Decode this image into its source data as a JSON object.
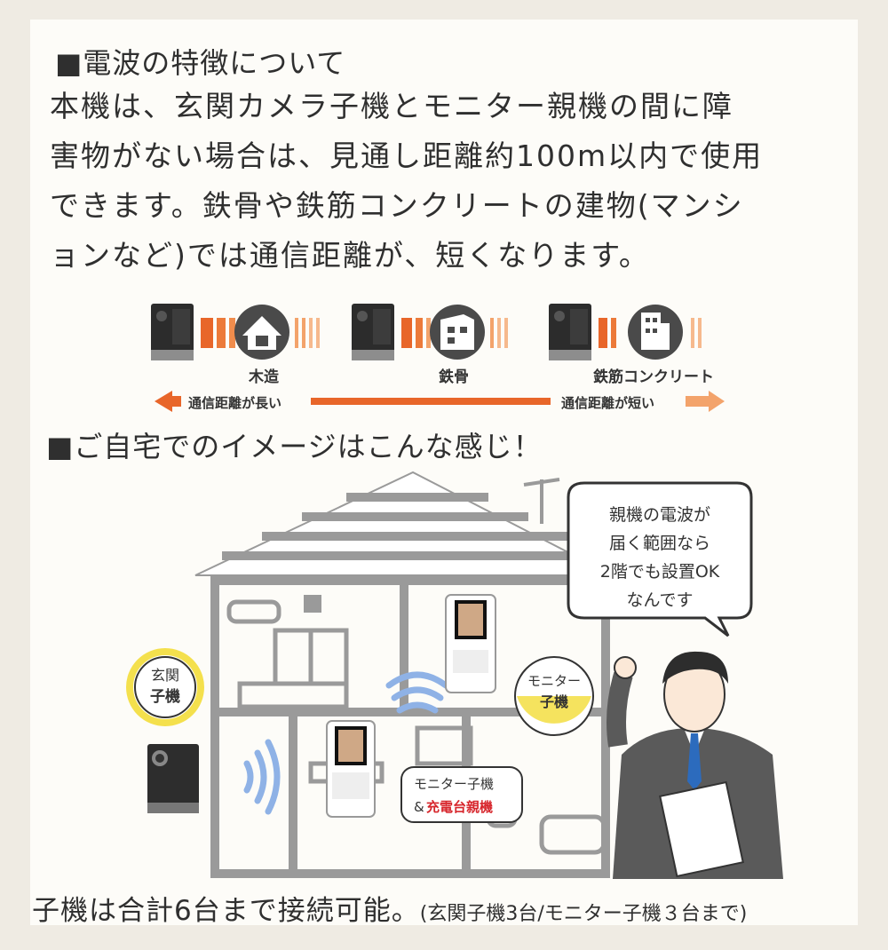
{
  "section1": {
    "heading": "■電波の特徴について",
    "lines": [
      "本機は、玄関カメラ子機とモニター親機の間に障",
      "害物がない場合は、見通し距離約100m以内で使用",
      "できます。鉄骨や鉄筋コンクリートの建物(マンシ",
      "ョンなど)では通信距離が、短くなります。"
    ]
  },
  "infographic": {
    "types": [
      "木造",
      "鉄骨",
      "鉄筋コンクリート"
    ],
    "left_label": "通信距離が長い",
    "right_label": "通信距離が短い"
  },
  "section2": {
    "heading": "■ご自宅でのイメージはこんな感じ！"
  },
  "illustration": {
    "entrance_label_top": "玄関",
    "entrance_label_bottom": "子機",
    "monitor_label_top": "モニター",
    "monitor_label_bottom": "子機",
    "speech_lines": [
      "親機の電波が",
      "届く範囲なら",
      "2階でも設置OK",
      "なんです"
    ],
    "charger_line1": "モニター子機",
    "charger_line2_prefix": "&",
    "charger_line2_highlight": "充電台親機"
  },
  "footer": {
    "main": "子機は合計6台まで接続可能。",
    "note": "(玄関子機3台/モニター子機３台まで)"
  },
  "colors": {
    "orange": "#e8662a",
    "light_orange": "#f3a36b",
    "yellow": "#f4e04d",
    "blue_wave": "#8fb2e6",
    "red_text": "#d7262c"
  }
}
